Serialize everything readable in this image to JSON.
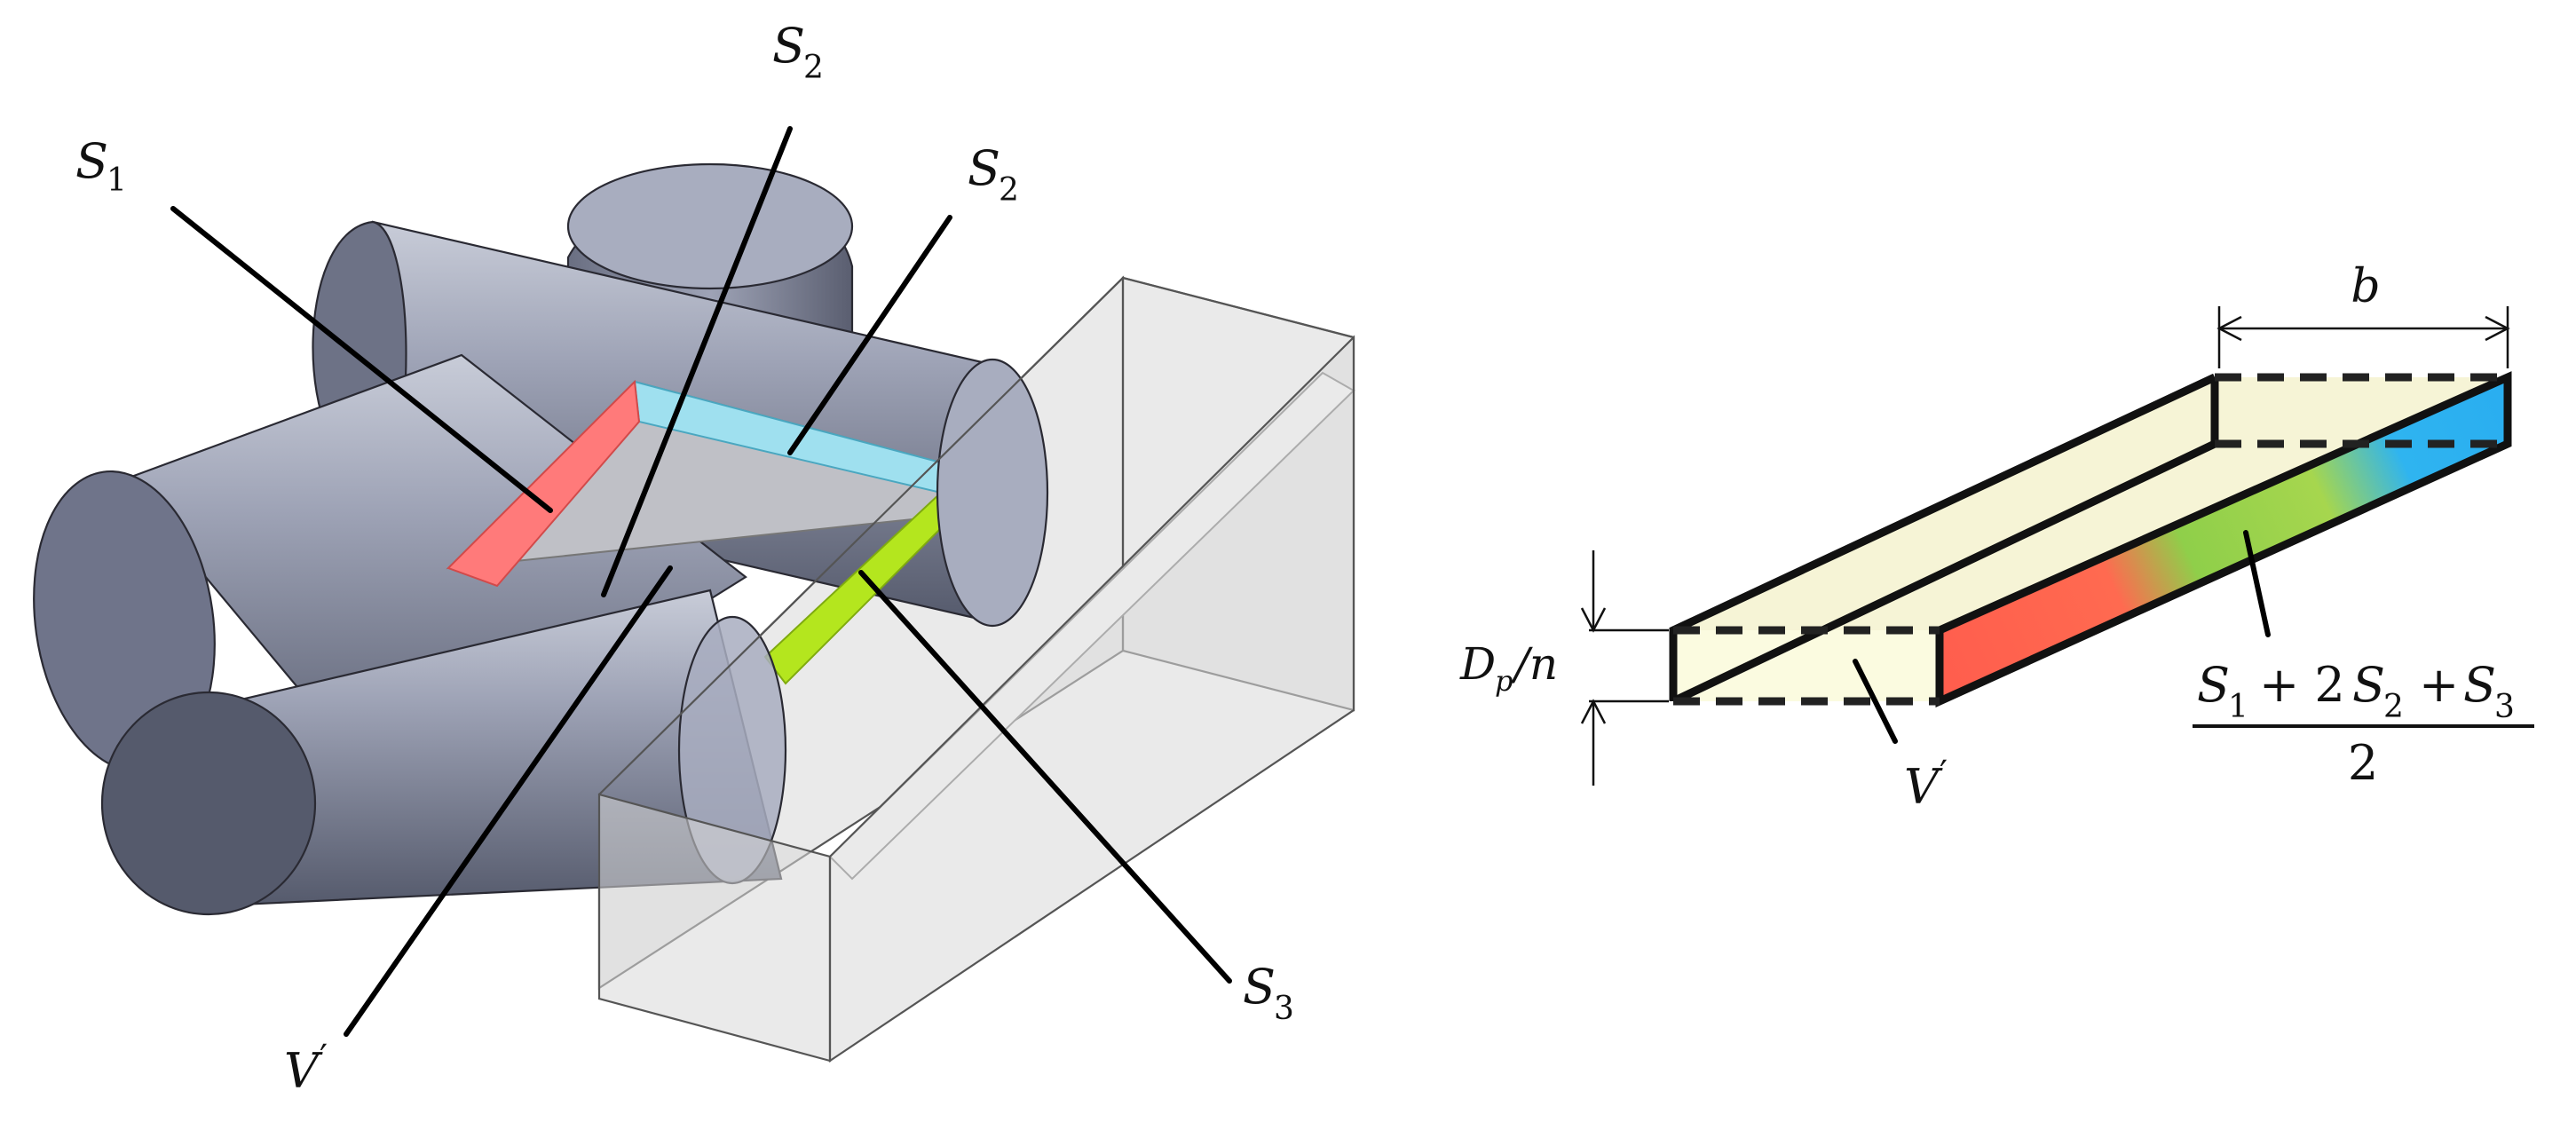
{
  "left_figure": {
    "labels": {
      "s1": {
        "main": "S",
        "sub": "1"
      },
      "s2_top": {
        "main": "S",
        "sub": "2"
      },
      "s2_right": {
        "main": "S",
        "sub": "2"
      },
      "s3": {
        "main": "S",
        "sub": "3"
      },
      "v_prime": {
        "main": "V",
        "prime": "′"
      }
    },
    "colors": {
      "s1_face": "#ff7a7a",
      "s2_face": "#9fe0ef",
      "s3_face": "#b4e61e",
      "pipe": "#8e93a6",
      "pipe_dark": "#5a5e70",
      "box": "#d4d4d4"
    }
  },
  "right_figure": {
    "labels": {
      "b": "b",
      "dp": "D",
      "dp_sub": "p",
      "slash_n": "/n",
      "v_prime": {
        "main": "V",
        "prime": "′"
      },
      "formula_numerator": {
        "s1": "S",
        "s1_sub": "1",
        "plus1": "+ 2",
        "s2": "S",
        "s2_sub": "2",
        "plus2": "+",
        "s3": "S",
        "s3_sub": "3"
      },
      "formula_denominator": "2"
    },
    "colors": {
      "slab_fill": "#f6f4d6",
      "gradient_red": "#ff5d4d",
      "gradient_green": "#8fcf4a",
      "gradient_blue": "#2fb4f0"
    }
  }
}
